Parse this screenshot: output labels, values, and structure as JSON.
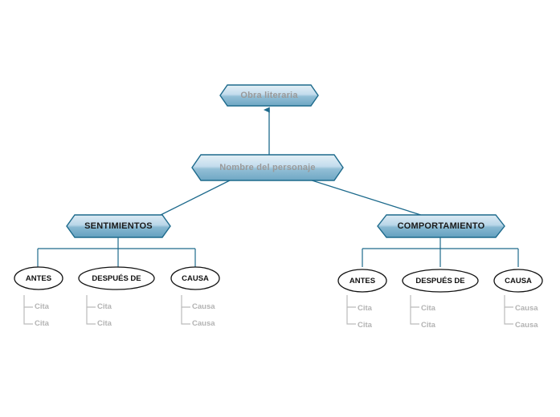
{
  "diagram": {
    "type": "mind-map",
    "title_node": "Obra literaria",
    "root": "Nombre del personaje",
    "colors": {
      "node_stroke": "#1d6a8c",
      "node_fill_light": "#cfe4ee",
      "node_fill_mid": "#7fb4cd",
      "edge": "#1d6a8c",
      "muted_text": "#9a9a9a",
      "leaf_text": "#b3b3b3",
      "leaf_line": "#bbbbbb",
      "dark_text": "#111111"
    },
    "nodes": {
      "obra": {
        "label": "Obra literaria"
      },
      "personaje": {
        "label": "Nombre del personaje"
      },
      "sentimientos": {
        "label": "SENTIMIENTOS"
      },
      "comportamiento": {
        "label": "COMPORTAMIENTO"
      },
      "s_antes": {
        "label": "ANTES"
      },
      "s_despues": {
        "label": "DESPUÉS DE"
      },
      "s_causa": {
        "label": "CAUSA"
      },
      "c_antes": {
        "label": "ANTES"
      },
      "c_despues": {
        "label": "DESPUÉS DE"
      },
      "c_causa": {
        "label": "CAUSA"
      }
    },
    "leaves": {
      "s_antes": [
        "Cita",
        "Cita"
      ],
      "s_despues": [
        "Cita",
        "Cita"
      ],
      "s_causa": [
        "Causa",
        "Causa"
      ],
      "c_antes": [
        "Cita",
        "Cita"
      ],
      "c_despues": [
        "Cita",
        "Cita"
      ],
      "c_causa": [
        "Causa",
        "Causa"
      ]
    }
  }
}
